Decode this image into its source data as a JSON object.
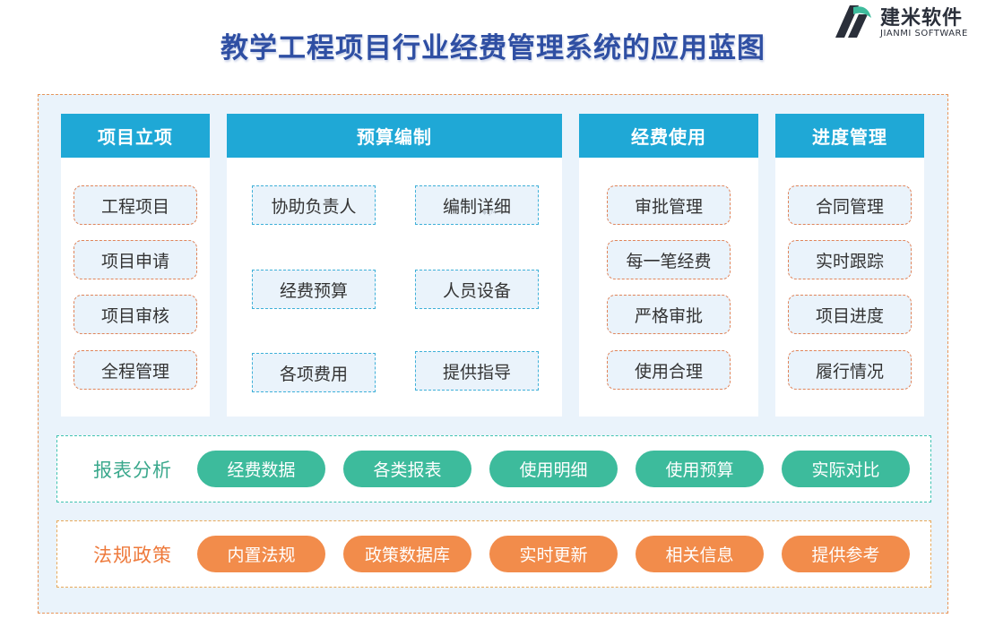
{
  "title": "教学工程项目行业经费管理系统的应用蓝图",
  "logo": {
    "name_cn": "建米软件",
    "name_en": "JIANMI SOFTWARE"
  },
  "columns": [
    {
      "heading": "项目立项",
      "items": [
        "工程项目",
        "项目申请",
        "项目审核",
        "全程管理"
      ]
    },
    {
      "heading": "预算编制",
      "items": [
        "协助负责人",
        "编制详细",
        "经费预算",
        "人员设备",
        "各项费用",
        "提供指导"
      ]
    },
    {
      "heading": "经费使用",
      "items": [
        "审批管理",
        "每一笔经费",
        "严格审批",
        "使用合理"
      ]
    },
    {
      "heading": "进度管理",
      "items": [
        "合同管理",
        "实时跟踪",
        "项目进度",
        "履行情况"
      ]
    }
  ],
  "report_row": {
    "label": "报表分析",
    "items": [
      "经费数据",
      "各类报表",
      "使用明细",
      "使用预算",
      "实际对比"
    ]
  },
  "law_row": {
    "label": "法规政策",
    "items": [
      "内置法规",
      "政策数据库",
      "实时更新",
      "相关信息",
      "提供参考"
    ]
  },
  "colors": {
    "title": "#2f4fa3",
    "column_header": "#1fa8d6",
    "orange_border": "#e0845a",
    "blue_border": "#3fb0d8",
    "green_chip": "#3dbb9c",
    "orange_chip": "#f28c4b",
    "panel_bg": "#eaf3fb"
  }
}
